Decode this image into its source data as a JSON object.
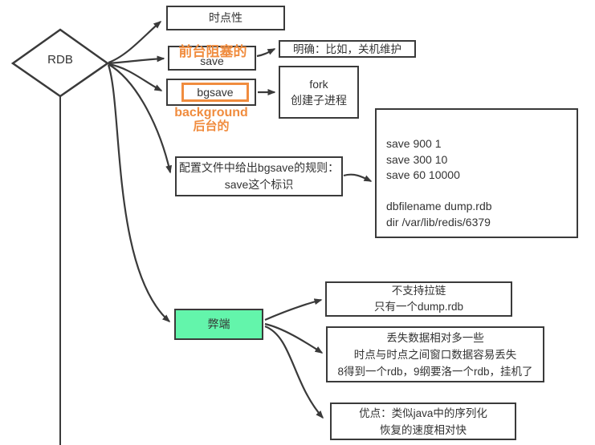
{
  "colors": {
    "line": "#3a3a3a",
    "orange": "#f08c3e",
    "green": "#63f5ab",
    "text": "#333333"
  },
  "diamond": {
    "label": "RDB"
  },
  "nodes": {
    "timepoint": {
      "label": "时点性"
    },
    "save": {
      "label": "save",
      "annotation": "前台阻塞的"
    },
    "bgsave": {
      "label": "bgsave",
      "annotation_line1": "background",
      "annotation_line2": "后台的"
    },
    "mingque": {
      "label": "明确：比如，关机维护"
    },
    "fork": {
      "line1": "fork",
      "line2": "创建子进程"
    },
    "config": {
      "line1": "配置文件中给出bgsave的规则：",
      "line2": "save这个标识"
    },
    "code": {
      "lines": [
        "save 900 1",
        "save 300 10",
        "save 60 10000",
        "",
        "dbfilename dump.rdb",
        "dir /var/lib/redis/6379"
      ]
    },
    "drawback": {
      "label": "弊端"
    },
    "nozip": {
      "line1": "不支持拉链",
      "line2": "只有一个dump.rdb"
    },
    "loss": {
      "line1": "丢失数据相对多一些",
      "line2": "时点与时点之间窗口数据容易丢失",
      "line3": "8得到一个rdb，9纲要洛一个rdb，挂机了"
    },
    "advantage": {
      "line1": "优点：类似java中的序列化",
      "line2": "恢复的速度相对快"
    }
  }
}
